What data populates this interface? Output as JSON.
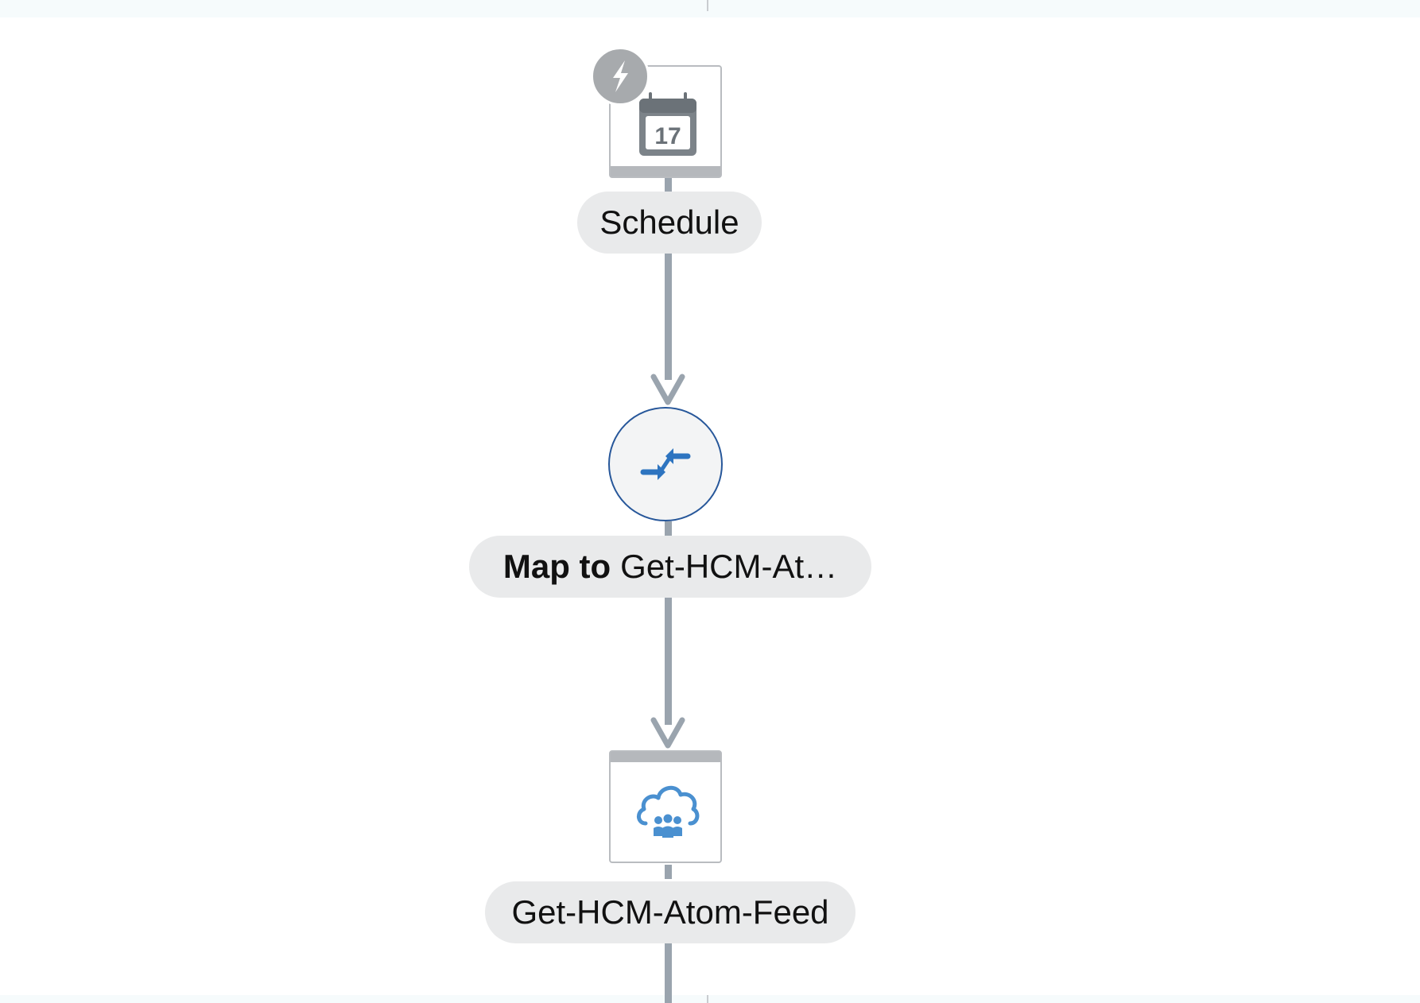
{
  "canvas": {
    "colors": {
      "connector": "#9aa4ae",
      "pill_background": "#e9eaeb",
      "map_border": "#27579a",
      "map_icon": "#2d74c0",
      "cloud_icon": "#4a90d0",
      "badge": "#a7aaad"
    }
  },
  "nodes": [
    {
      "id": "schedule",
      "type": "trigger",
      "label": "Schedule",
      "icon": "calendar-icon",
      "calendar_day": "17",
      "badge_icon": "lightning-icon"
    },
    {
      "id": "map",
      "type": "map",
      "label_prefix": "Map to",
      "label": "Get-HCM-At…",
      "icon": "map-arrows-icon"
    },
    {
      "id": "get-hcm-atom-feed",
      "type": "invoke",
      "label": "Get-HCM-Atom-Feed",
      "icon": "hcm-cloud-icon"
    }
  ]
}
